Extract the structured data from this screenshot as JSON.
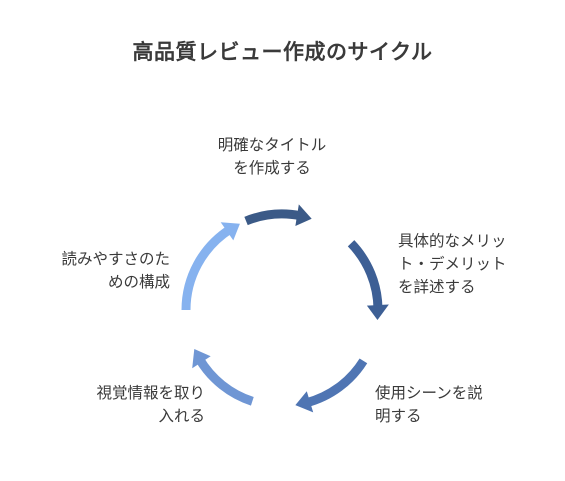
{
  "title": "高品質レビュー作成のサイクル",
  "colors": {
    "segment1": "#3b5a87",
    "segment2": "#3d5f95",
    "segment3": "#4f75b3",
    "segment4": "#6f96d4",
    "segment5": "#86b2ef"
  },
  "steps": [
    {
      "lines": [
        "明確なタイトル",
        "を作成する"
      ]
    },
    {
      "lines": [
        "具体的なメリッ",
        "ト・デメリット",
        "を詳述する"
      ]
    },
    {
      "lines": [
        "使用シーンを説",
        "明する"
      ]
    },
    {
      "lines": [
        "視覚情報を取り",
        "入れる"
      ]
    },
    {
      "lines": [
        "読みやすさのた",
        "めの構成"
      ]
    }
  ]
}
